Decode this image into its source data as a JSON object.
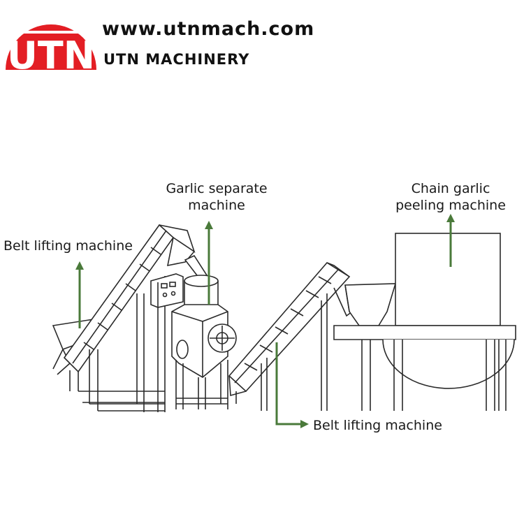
{
  "header": {
    "logo_letters": "UTN",
    "url": "www.utnmach.com",
    "company": "UTN MACHINERY"
  },
  "labels": {
    "belt_lifting_left": "Belt lifting machine",
    "garlic_separate_line1": "Garlic separate",
    "garlic_separate_line2": "machine",
    "chain_peeling_line1": "Chain garlic",
    "chain_peeling_line2": "peeling machine",
    "belt_lifting_bottom": "Belt lifting machine"
  },
  "colors": {
    "brand_red": "#e31e24",
    "arrow_green": "#4a7a3a",
    "line": "#2a2a2a"
  },
  "icons": {
    "logo": "utn-logo-icon"
  }
}
